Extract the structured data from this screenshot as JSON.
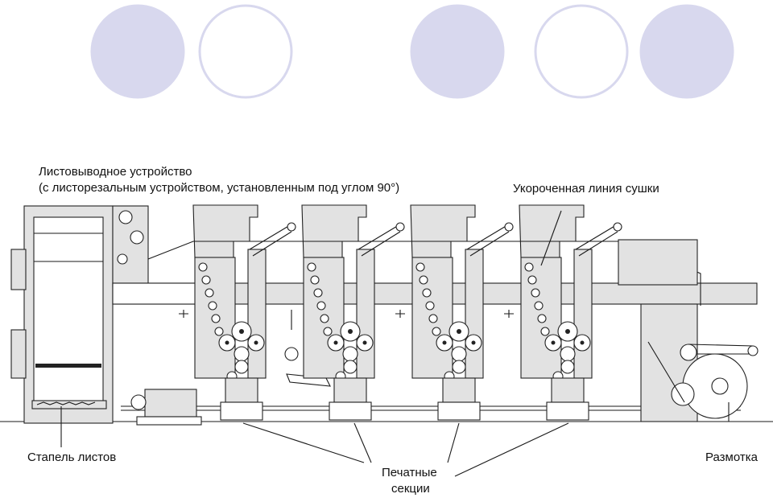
{
  "colors": {
    "circle_fill": "#d8d8ee",
    "circle_stroke": "#d8d8ee",
    "circle_outline": "#d8d8ee",
    "machine_fill": "#e2e2e2",
    "line": "#1a1a1a"
  },
  "decor": {
    "circles": [
      {
        "style": "filled"
      },
      {
        "style": "outline"
      },
      {
        "style": "filled"
      },
      {
        "style": "outline"
      },
      {
        "style": "filled"
      }
    ]
  },
  "labels": {
    "delivery_line1": "Листовыводное устройство",
    "delivery_line2": "(с листорезальным устройством, установленным под углом 90°)",
    "dryer": "Укороченная линия сушки",
    "stack": "Стапель листов",
    "units_line1": "Печатные",
    "units_line2": "секции",
    "unwind": "Размотка"
  }
}
